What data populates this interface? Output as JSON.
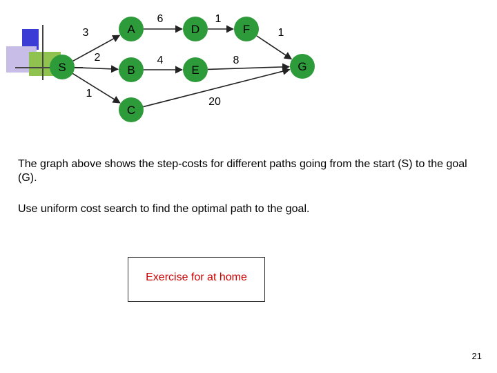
{
  "graph": {
    "nodes": [
      {
        "id": "S",
        "label": "S",
        "color": "#2e9b3a"
      },
      {
        "id": "A",
        "label": "A",
        "color": "#2e9b3a"
      },
      {
        "id": "B",
        "label": "B",
        "color": "#2e9b3a"
      },
      {
        "id": "C",
        "label": "C",
        "color": "#2e9b3a"
      },
      {
        "id": "D",
        "label": "D",
        "color": "#2e9b3a"
      },
      {
        "id": "E",
        "label": "E",
        "color": "#2e9b3a"
      },
      {
        "id": "F",
        "label": "F",
        "color": "#2e9b3a"
      },
      {
        "id": "G",
        "label": "G",
        "color": "#2e9b3a"
      }
    ],
    "edges": [
      {
        "from": "S",
        "to": "A",
        "cost": "3"
      },
      {
        "from": "S",
        "to": "B",
        "cost": "2"
      },
      {
        "from": "S",
        "to": "C",
        "cost": "1"
      },
      {
        "from": "A",
        "to": "D",
        "cost": "6"
      },
      {
        "from": "B",
        "to": "E",
        "cost": "4"
      },
      {
        "from": "D",
        "to": "F",
        "cost": "1"
      },
      {
        "from": "F",
        "to": "G",
        "cost": "1"
      },
      {
        "from": "E",
        "to": "G",
        "cost": "8"
      },
      {
        "from": "C",
        "to": "G",
        "cost": "20"
      }
    ]
  },
  "description": "The graph above shows the step-costs for different paths going from the start (S) to the goal (G).",
  "instruction": "Use uniform cost search to find the optimal path to the goal.",
  "exercise_label": "Exercise for at home",
  "page_number": "21",
  "colors": {
    "node_fill": "#2e9b3a",
    "edge": "#222222",
    "exercise_text": "#cc0000",
    "deco_blue": "#3b3bd6",
    "deco_violet": "#c7bde6",
    "deco_green": "#8fc24f"
  }
}
